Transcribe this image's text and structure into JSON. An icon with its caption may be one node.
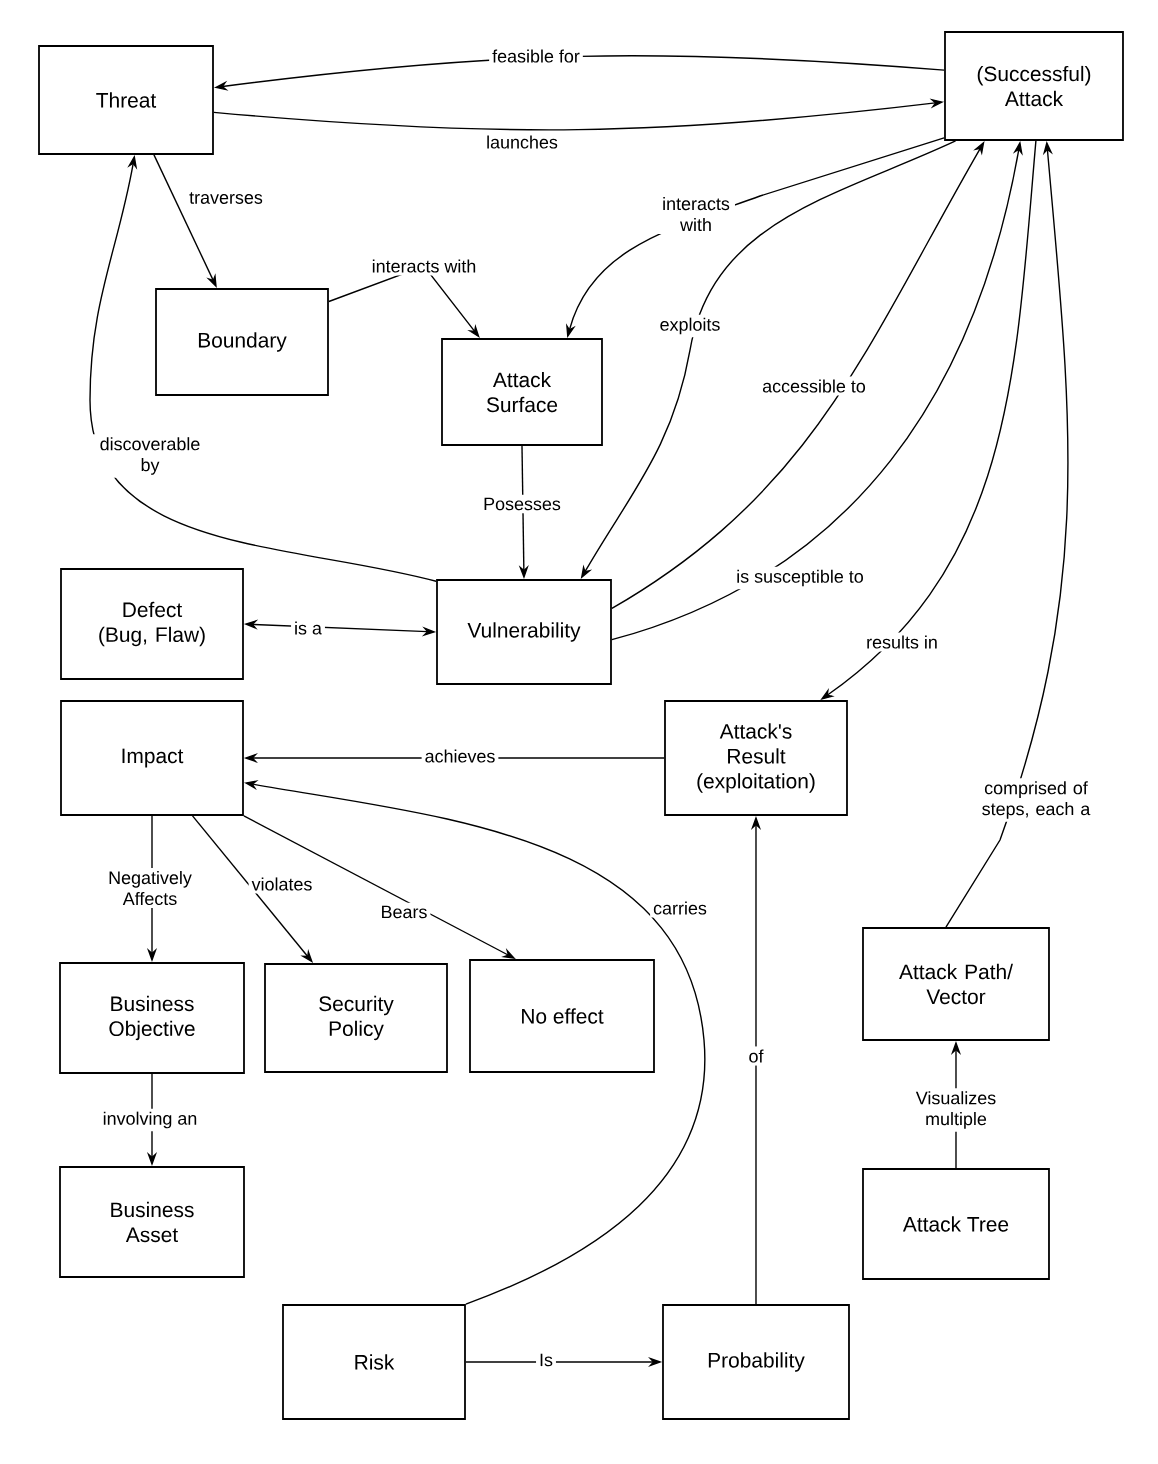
{
  "diagram": {
    "nodes": [
      {
        "text": [
          "Threat"
        ]
      },
      {
        "text": [
          "(Successful) Attack"
        ]
      },
      {
        "text": [
          "Boundary"
        ]
      },
      {
        "text": [
          "Attack Surface"
        ]
      },
      {
        "text": [
          "Defect (Bug, Flaw)"
        ]
      },
      {
        "text": [
          "Vulnerability"
        ]
      },
      {
        "text": [
          "Impact"
        ]
      },
      {
        "text": [
          "Attack's Result (exploitation)"
        ]
      },
      {
        "text": [
          "Business Objective"
        ]
      },
      {
        "text": [
          "Security Policy"
        ]
      },
      {
        "text": [
          "No effect"
        ]
      },
      {
        "text": [
          "Attack Path/ Vector"
        ]
      },
      {
        "text": [
          "Business Asset"
        ]
      },
      {
        "text": [
          "Attack Tree"
        ]
      },
      {
        "text": [
          "Risk"
        ]
      },
      {
        "text": [
          "Probability"
        ]
      }
    ],
    "edges": [
      {
        "from": 1,
        "to": 0,
        "arrow": "to",
        "label": "feasible for"
      },
      {
        "from": 0,
        "to": 1,
        "arrow": "to",
        "label": "launches"
      },
      {
        "from": 0,
        "to": 2,
        "arrow": "to",
        "label": "traverses"
      },
      {
        "from": 2,
        "to": 3,
        "arrow": "to",
        "label": "interacts with"
      },
      {
        "from": 1,
        "to": 3,
        "arrow": "to",
        "label": "interacts with"
      },
      {
        "from": 3,
        "to": 5,
        "arrow": "to",
        "label": "Posesses"
      },
      {
        "from": 1,
        "to": 5,
        "arrow": "to",
        "label": "exploits"
      },
      {
        "from": 5,
        "to": 1,
        "arrow": "to",
        "label": "accessible to"
      },
      {
        "from": 5,
        "to": 1,
        "arrow": "to",
        "label": "is susceptible to"
      },
      {
        "from": 1,
        "to": 7,
        "arrow": "to",
        "label": "results in"
      },
      {
        "from": 5,
        "to": 0,
        "arrow": "to",
        "label": "discoverable by"
      },
      {
        "from": 4,
        "to": 5,
        "arrow": "both",
        "label": "is a"
      },
      {
        "from": 7,
        "to": 6,
        "arrow": "to",
        "label": "achieves"
      },
      {
        "from": 14,
        "to": 6,
        "arrow": "to",
        "label": "carries"
      },
      {
        "from": 6,
        "to": 8,
        "arrow": "to",
        "label": "Negatively Affects"
      },
      {
        "from": 6,
        "to": 9,
        "arrow": "to",
        "label": "violates"
      },
      {
        "from": 6,
        "to": 10,
        "arrow": "to",
        "label": "Bears"
      },
      {
        "from": 8,
        "to": 12,
        "arrow": "to",
        "label": "involving an"
      },
      {
        "from": 13,
        "to": 11,
        "arrow": "to",
        "label": "Visualizes multiple"
      },
      {
        "from": 11,
        "to": 1,
        "arrow": "to",
        "label": "comprised of steps, each a"
      },
      {
        "from": 14,
        "to": 15,
        "arrow": "to",
        "label": "Is"
      },
      {
        "from": 15,
        "to": 7,
        "arrow": "to",
        "label": "of"
      }
    ]
  }
}
